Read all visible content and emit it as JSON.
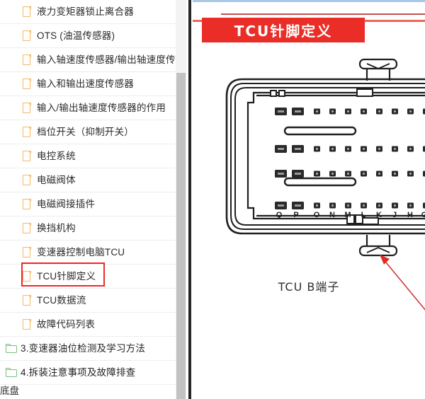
{
  "sidebar": {
    "items": [
      {
        "label": "液力变矩器锁止离合器",
        "icon": "file-icon",
        "level": 2,
        "selected": false
      },
      {
        "label": "OTS (油温传感器)",
        "icon": "file-icon",
        "level": 2,
        "selected": false
      },
      {
        "label": "输入轴速度传感器/输出轴速度传感器",
        "icon": "file-icon",
        "level": 2,
        "selected": false
      },
      {
        "label": "输入和输出速度传感器",
        "icon": "file-icon",
        "level": 2,
        "selected": false
      },
      {
        "label": "输入/输出轴速度传感器的作用",
        "icon": "file-icon",
        "level": 2,
        "selected": false
      },
      {
        "label": "档位开关（抑制开关）",
        "icon": "file-icon",
        "level": 2,
        "selected": false
      },
      {
        "label": "电控系统",
        "icon": "file-icon",
        "level": 2,
        "selected": false
      },
      {
        "label": "电磁阀体",
        "icon": "file-icon",
        "level": 2,
        "selected": false
      },
      {
        "label": "电磁阀接插件",
        "icon": "file-icon",
        "level": 2,
        "selected": false
      },
      {
        "label": "换挡机构",
        "icon": "file-icon",
        "level": 2,
        "selected": false
      },
      {
        "label": "变速器控制电脑TCU",
        "icon": "file-icon",
        "level": 2,
        "selected": false
      },
      {
        "label": "TCU针脚定义",
        "icon": "file-icon",
        "level": 2,
        "selected": true
      },
      {
        "label": "TCU数据流",
        "icon": "file-icon",
        "level": 2,
        "selected": false
      },
      {
        "label": "故障代码列表",
        "icon": "file-icon",
        "level": 2,
        "selected": false
      },
      {
        "label": "3.变速器油位检测及学习方法",
        "icon": "folder-icon",
        "level": 1,
        "selected": false
      },
      {
        "label": "4.拆装注意事项及故障排查",
        "icon": "folder-icon",
        "level": 1,
        "selected": false
      }
    ],
    "bottom_partial_label": "底盘",
    "selection_color": "#ef2828",
    "file_icon_color": "#f0b96e",
    "folder_icon_color": "#79c07e",
    "scrollbar": {
      "thumb_color": "#c2c2c2",
      "track_color": "#f3f3f3"
    }
  },
  "content": {
    "title": "TCU针脚定义",
    "title_bg": "#ea2d26",
    "title_color": "#ffffff",
    "caption": "TCU  B端子",
    "accent_rule_color": "#c0504d",
    "top_line_color": "#a9c8e8",
    "arrow_color": "#d03a37",
    "connector": {
      "name": "tcu-b-connector",
      "pin_rows": 4,
      "pin_labels_row": [
        "Q",
        "P",
        "O",
        "N",
        "M",
        "L",
        "K",
        "J",
        "H",
        "G"
      ],
      "large_pins_per_row": 2,
      "small_pins_per_row": 10,
      "outline_color": "#1f1f1f",
      "pin_color": "#2a2a2a"
    }
  }
}
